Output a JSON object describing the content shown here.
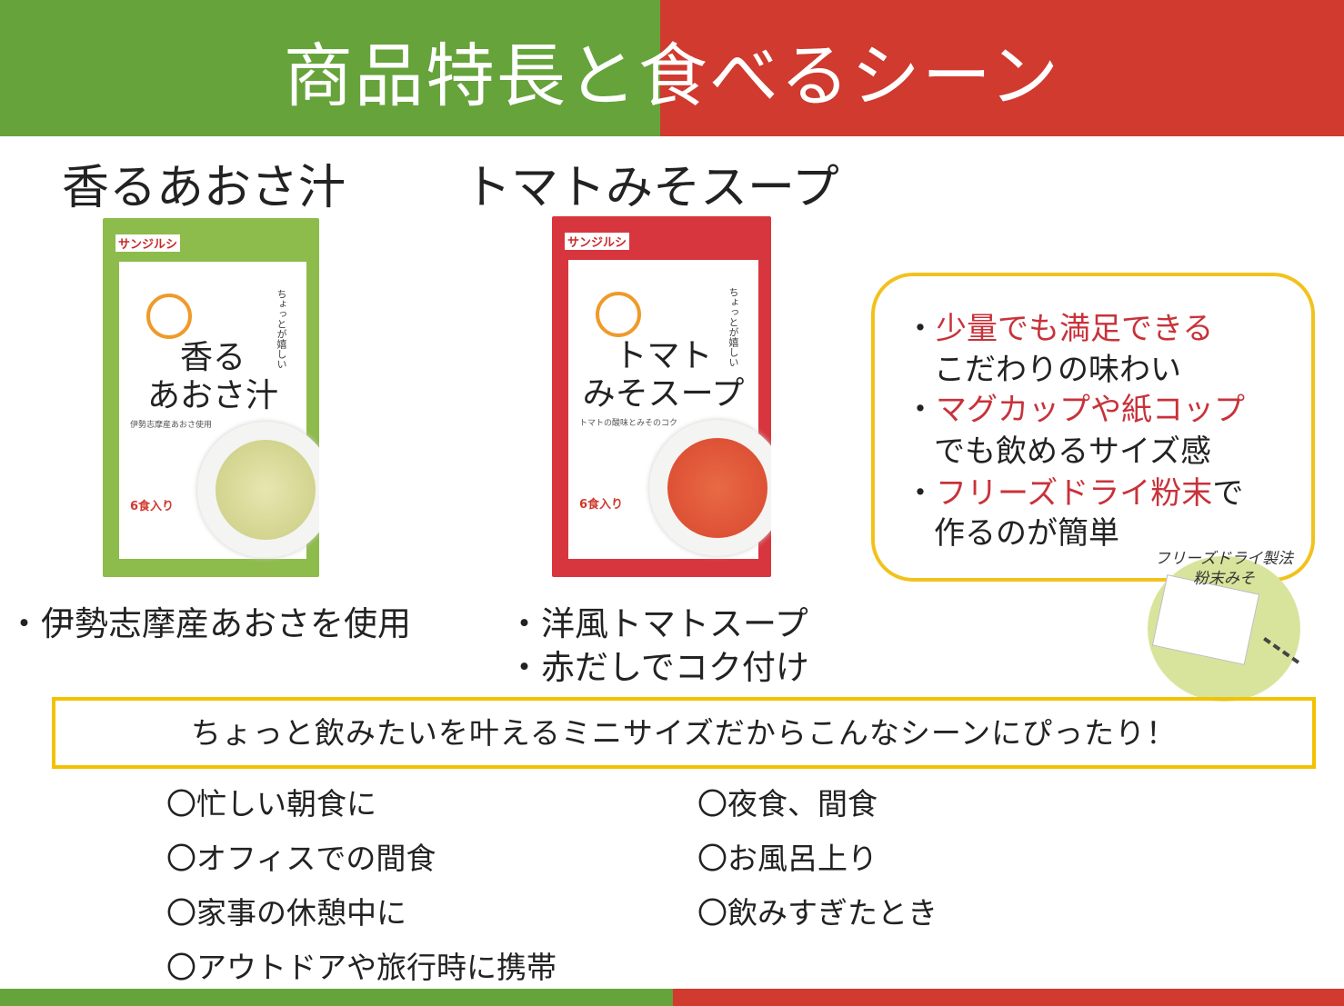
{
  "title": "商品特長と食べるシーン",
  "products": [
    {
      "name": "香るあおさ汁",
      "package": {
        "brand": "サンジルシ",
        "catch": "ちょっとが嬉しい",
        "name_line1": "香る",
        "name_line2": "あおさ汁",
        "sub": "伊勢志摩産あおさ使用",
        "count": "6食入り"
      },
      "bullets": [
        "・伊勢志摩産あおさを使用"
      ],
      "color": "#8dbb4c",
      "soup_color": "#dfe0a0"
    },
    {
      "name": "トマトみそスープ",
      "package": {
        "brand": "サンジルシ",
        "catch": "ちょっとが嬉しい",
        "name_line1": "トマト",
        "name_line2": "みそスープ",
        "sub": "トマトの酸味とみそのコク",
        "count": "6食入り"
      },
      "bullets": [
        "・洋風トマトスープ",
        "・赤だしでコク付け"
      ],
      "color": "#d8363f",
      "soup_color": "#e0553a"
    }
  ],
  "features": [
    {
      "bullet": "・",
      "highlight": "少量でも満足できる",
      "rest": "こだわりの味わい"
    },
    {
      "bullet": "・",
      "highlight": "マグカップや紙コップ",
      "rest": "でも飲めるサイズ感"
    },
    {
      "bullet": "・",
      "highlight": "フリーズドライ粉末",
      "tail": "で",
      "rest": "作るのが簡単"
    }
  ],
  "illustration": {
    "line1": "フリーズドライ製法",
    "line2": "粉末みそ"
  },
  "banner": "ちょっと飲みたいを叶えるミニサイズだからこんなシーンにぴったり！",
  "scenes_left": [
    "〇忙しい朝食に",
    "〇オフィスでの間食",
    "〇家事の休憩中に",
    "〇アウトドアや旅行時に携帯"
  ],
  "scenes_right": [
    "〇夜食、間食",
    "〇お風呂上り",
    "〇飲みすぎたとき"
  ],
  "colors": {
    "green": "#66a33b",
    "red": "#d03a2f",
    "yellow": "#f2c200",
    "highlight": "#c8323a"
  }
}
